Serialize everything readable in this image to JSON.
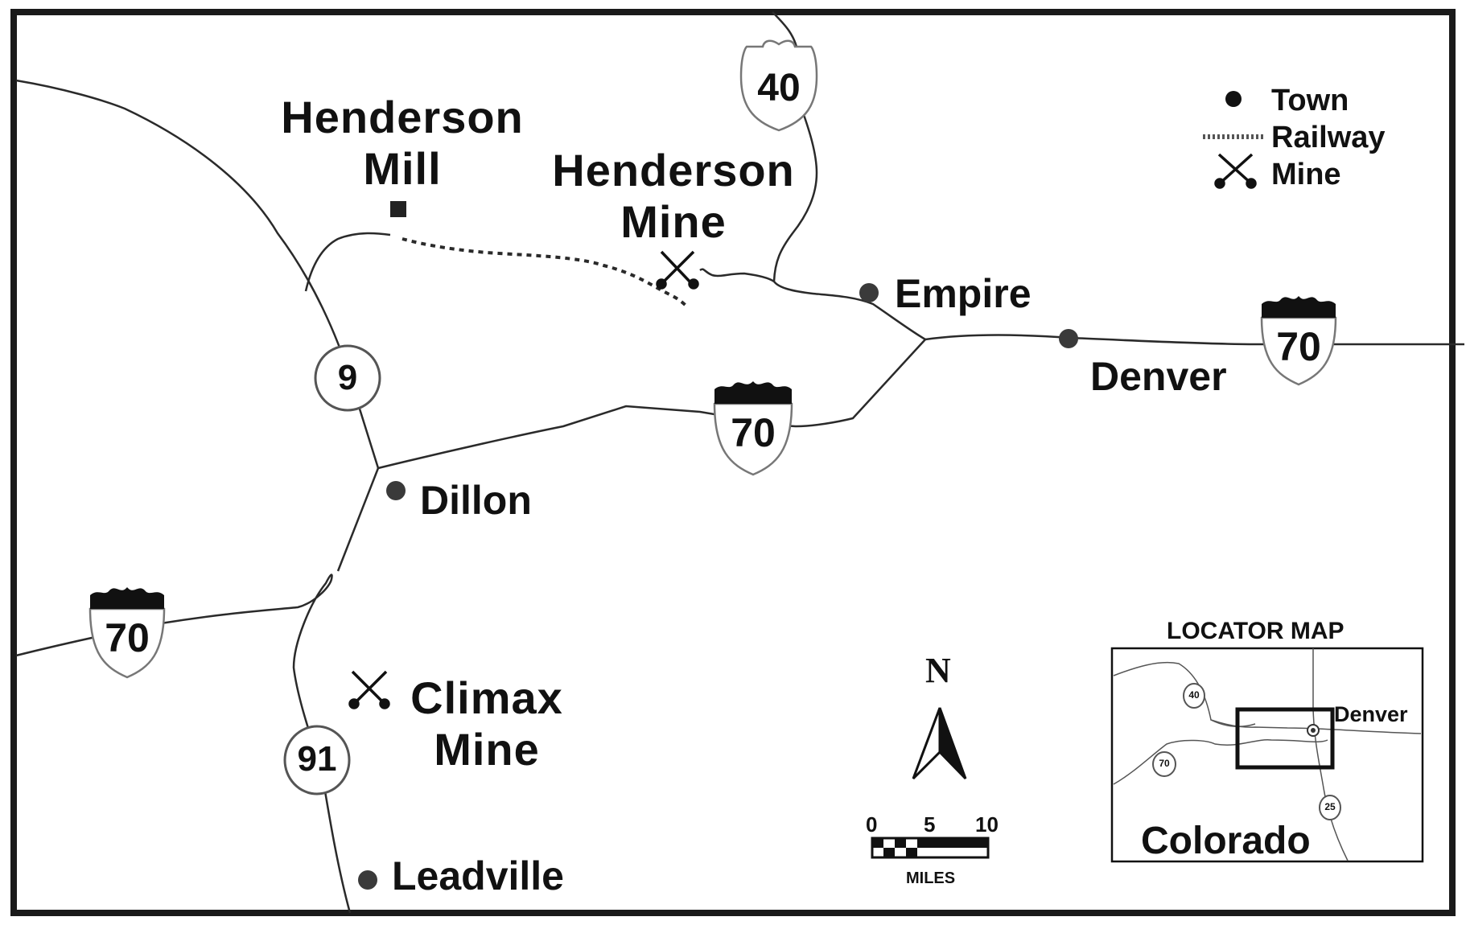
{
  "places": {
    "henderson_mill": [
      "Henderson",
      "Mill"
    ],
    "henderson_mine": [
      "Henderson",
      "Mine"
    ],
    "climax_mine": [
      "Climax",
      "Mine"
    ],
    "empire": "Empire",
    "denver": "Denver",
    "dillon": "Dillon",
    "leadville": "Leadville"
  },
  "highways": {
    "us40": "40",
    "i70": "70",
    "co9": "9",
    "co91": "91"
  },
  "legend": {
    "town": "Town",
    "railway": "Railway",
    "mine": "Mine"
  },
  "north_arrow": "N",
  "scale_bar": {
    "ticks": [
      "0",
      "5",
      "10"
    ],
    "unit": "MILES"
  },
  "locator_map": {
    "title": "LOCATOR MAP",
    "state": "Colorado",
    "city": "Denver",
    "shields": [
      "40",
      "70",
      "25"
    ]
  }
}
